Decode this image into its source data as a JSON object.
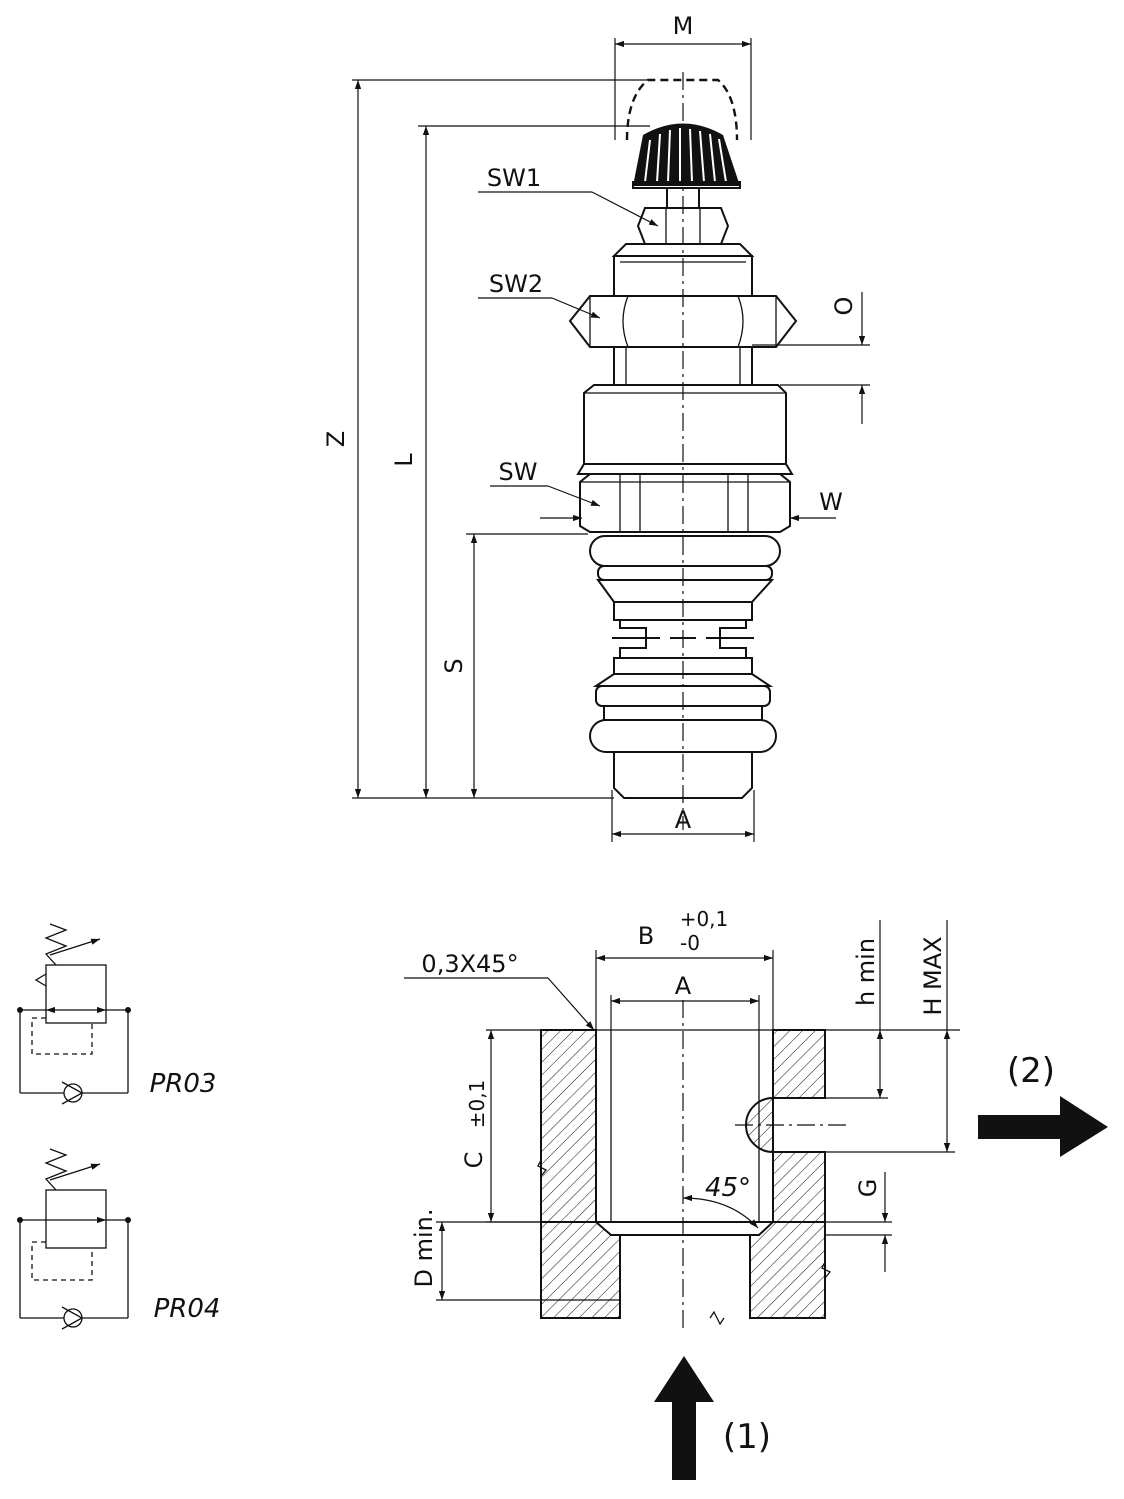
{
  "valve": {
    "labels": {
      "M": "M",
      "SW1": "SW1",
      "SW2": "SW2",
      "O": "O",
      "Z": "Z",
      "L": "L",
      "SW": "SW",
      "W": "W",
      "S": "S",
      "A": "A"
    }
  },
  "cavity": {
    "labels": {
      "B": "B",
      "B_tol_upper": "+0,1",
      "B_tol_lower": "-0",
      "chamfer": "0,3X45°",
      "A": "A",
      "h_min": "h min",
      "H_max": "H MAX",
      "C": "C",
      "C_tol": "±0,1",
      "angle": "45°",
      "G": "G",
      "D_min": "D min.",
      "port_2": "(2)",
      "port_1": "(1)"
    }
  },
  "symbols": [
    {
      "label": "PR03"
    },
    {
      "label": "PR04"
    }
  ]
}
